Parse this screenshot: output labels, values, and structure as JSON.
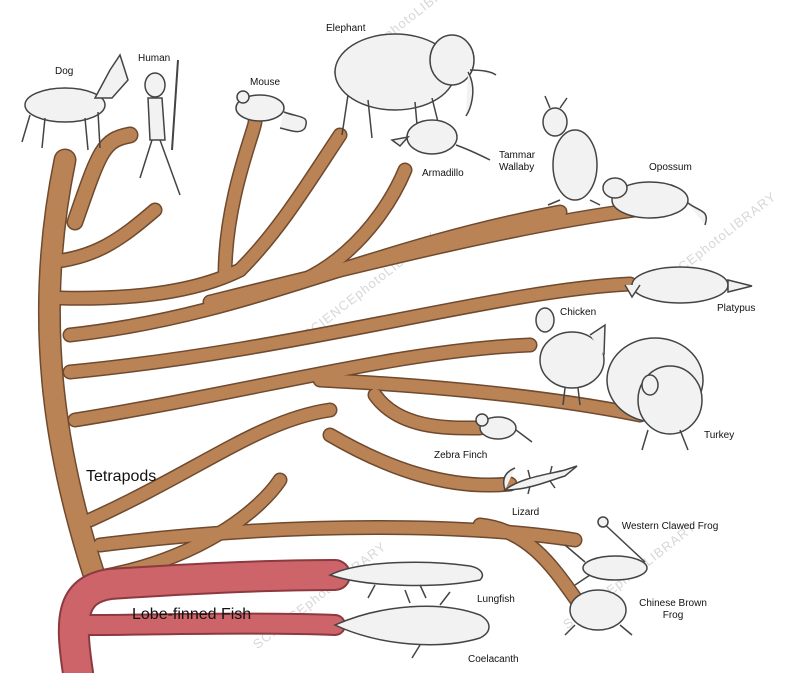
{
  "colors": {
    "tetrapod_branch": "#B98356",
    "tetrapod_outline": "#6F4A2E",
    "fish_branch": "#CC6469",
    "fish_outline": "#8C3A3F",
    "animal_fill": "#F2F2F2",
    "animal_stroke": "#444444"
  },
  "clades": {
    "tetrapods": "Tetrapods",
    "lobe_finned_fish": "Lobe-finned Fish"
  },
  "species": {
    "dog": "Dog",
    "human": "Human",
    "mouse": "Mouse",
    "elephant": "Elephant",
    "armadillo": "Armadillo",
    "tammar_wallaby": "Tammar Wallaby",
    "opossum": "Opossum",
    "platypus": "Platypus",
    "chicken": "Chicken",
    "turkey": "Turkey",
    "zebra_finch": "Zebra Finch",
    "lizard": "Lizard",
    "western_clawed_frog": "Western Clawed Frog",
    "chinese_brown_frog": "Chinese Brown Frog",
    "lungfish": "Lungfish",
    "coelacanth": "Coelacanth"
  },
  "watermark": "SCIENCEphotoLIBRARY"
}
